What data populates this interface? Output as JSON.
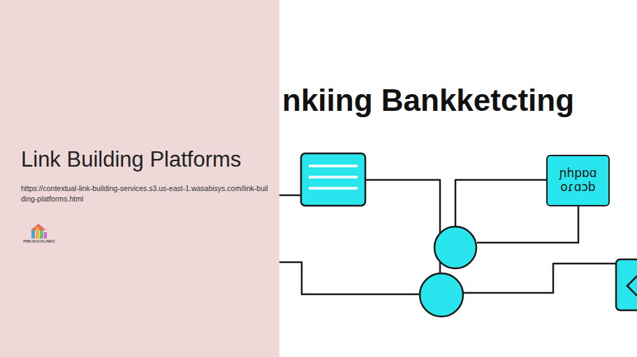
{
  "diagram": {
    "title": "Link Building Platforms",
    "nodes": [
      {
        "text": [
          "ɲhpɒɑ oɾɑɔb"
        ]
      }
    ],
    "labels": [
      "https://contextual-link-building-services.s3.us-east-1.wasabisys.com/link-building-platforms.html",
      "PBN BACKLINKS",
      "nkiing Bankketcting"
    ]
  }
}
